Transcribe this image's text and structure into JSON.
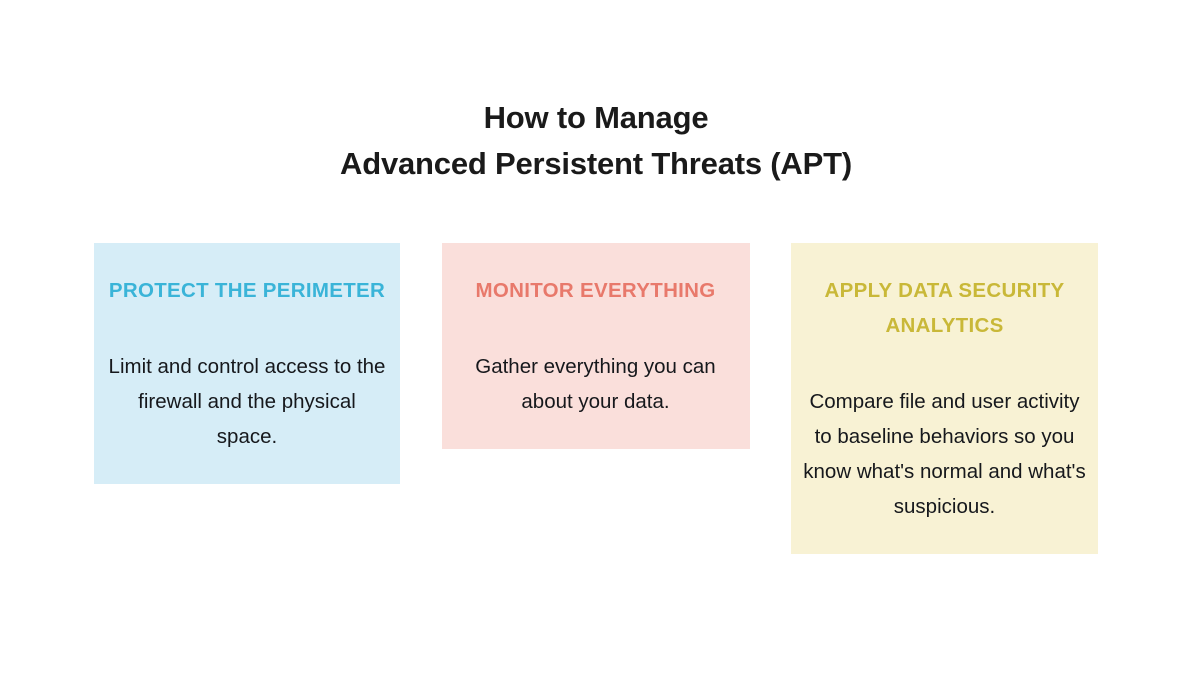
{
  "title": {
    "line1": "How to Manage",
    "line2": "Advanced Persistent Threats (APT)"
  },
  "colors": {
    "page_background": "#ffffff",
    "title_text": "#1a1a1a",
    "body_text": "#16181c",
    "card1_background": "#d6edf7",
    "card1_heading": "#3ab4d8",
    "card2_background": "#fadfdb",
    "card2_heading": "#e8796b",
    "card3_background": "#f8f2d4",
    "card3_heading": "#c9b838"
  },
  "cards": [
    {
      "heading": "PROTECT THE PERIMETER",
      "body": "Limit and control access to the firewall and the physical space."
    },
    {
      "heading": "MONITOR EVERYTHING",
      "body": "Gather everything you can about your data."
    },
    {
      "heading": "APPLY DATA SECURITY ANALYTICS",
      "body": "Compare file and user activity to baseline behaviors so you know what's normal and what's suspicious."
    }
  ]
}
